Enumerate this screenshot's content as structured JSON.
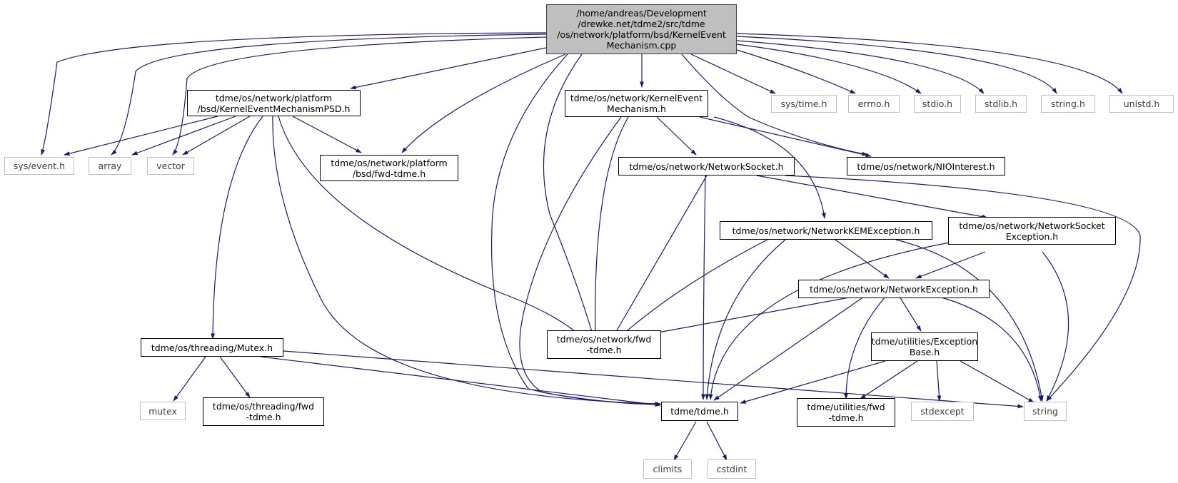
{
  "colors": {
    "edge": "#191970",
    "root_fill": "#bfbfbf",
    "ext_border": "#bfbfbf"
  },
  "nodes": {
    "root": "/home/andreas/Development\n/drewke.net/tdme2/src/tdme\n/os/network/platform/bsd/KernelEvent\nMechanism.cpp",
    "psd": "tdme/os/network/platform\n/bsd/KernelEventMechanismPSD.h",
    "kem": "tdme/os/network/KernelEvent\nMechanism.h",
    "systime": "sys/time.h",
    "errno": "errno.h",
    "stdio": "stdio.h",
    "stdlib": "stdlib.h",
    "stringh": "string.h",
    "unistd": "unistd.h",
    "sysevent": "sys/event.h",
    "array": "array",
    "vector": "vector",
    "bsdfwd": "tdme/os/network/platform\n/bsd/fwd-tdme.h",
    "netsock": "tdme/os/network/NetworkSocket.h",
    "nio": "tdme/os/network/NIOInterest.h",
    "kemexc": "tdme/os/network/NetworkKEMException.h",
    "sockexc": "tdme/os/network/NetworkSocket\nException.h",
    "netexc": "tdme/os/network/NetworkException.h",
    "netfwd": "tdme/os/network/fwd\n-tdme.h",
    "excbase": "tdme/utilities/Exception\nBase.h",
    "mutex_h": "tdme/os/threading/Mutex.h",
    "mutex": "mutex",
    "thrfwd": "tdme/os/threading/fwd\n-tdme.h",
    "tdme": "tdme/tdme.h",
    "utilfwd": "tdme/utilities/fwd\n-tdme.h",
    "stdexcept": "stdexcept",
    "string": "string",
    "climits": "climits",
    "cstdint": "cstdint"
  }
}
